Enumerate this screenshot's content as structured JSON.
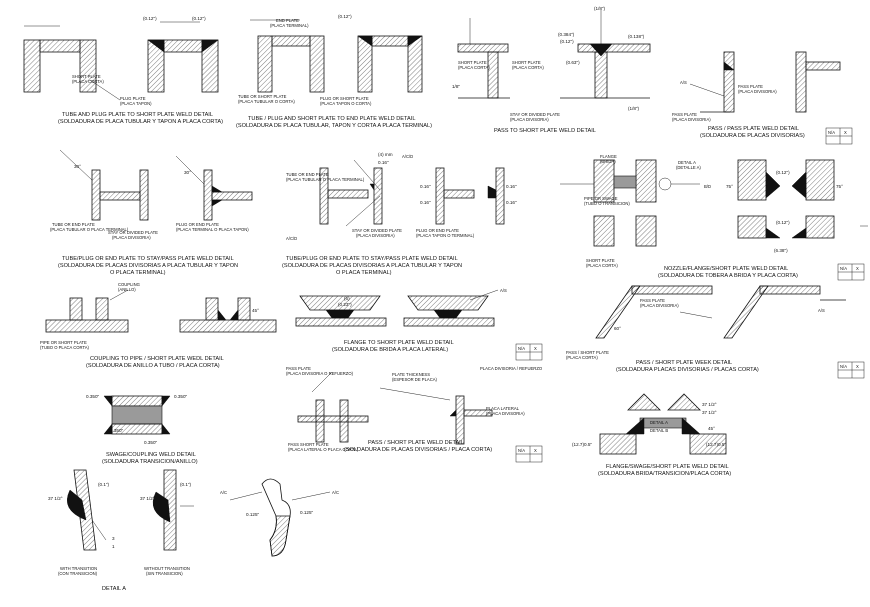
{
  "details": {
    "tube_plug_short": {
      "title": "TUBE AND PLUG PLATE TO SHORT PLATE WELD DETAIL",
      "subtitle": "(SOLDADURA DE PLACA TUBULAR Y TAPON A PLACA CORTA)",
      "label_short_plate": "SHORT PLATE",
      "label_short_plate_es": "(PLACA CORTA)",
      "label_plug": "PLUG PLATE",
      "label_plug_es": "(PLACA TAPON)",
      "dim_a": "(0.12\")",
      "dim_b": "(0.12\")"
    },
    "tube_plug_terminal": {
      "title": "TUBE / PLUG AND SHORT PLATE TO END PLATE WELD DETAIL",
      "subtitle": "(SOLDADURA DE PLACA TUBULAR, TAPON Y CORTA A PLACA TERMINAL)",
      "label_end": "END PLATE",
      "label_end_es": "(PLACA TERMINAL)",
      "label_tube": "TUBE OR SHORT PLATE",
      "label_tube_es": "(PLACA TUBULAR O CORTA)",
      "label_plug": "PLUG OR SHORT PLATE",
      "label_plug_es": "(PLACA TAPON O CORTA)",
      "dim": "(0.12\")"
    },
    "pass_short": {
      "title": "PASS TO SHORT PLATE WELD DETAIL",
      "label_short": "SHORT PLATE",
      "label_short_es": "(PLACA CORTA)",
      "label_stay": "STAY OR DIVIDED PLATE",
      "label_stay_es": "(PLACA DIVISORIA)",
      "dim_top": "(1/8\")",
      "dim_1": "(0.384\")",
      "dim_2": "(0.12\")",
      "dim_3": "(0.63\")",
      "dim_4": "(0.138\")",
      "dim_5": "(1/8\")",
      "dim_side": "1/8\""
    },
    "pass_pass": {
      "title": "PASS / PASS PLATE WELD DETAIL",
      "subtitle": "(SOLDADURA DE PLACAS DIVISORIAS)",
      "label_pass": "PASS PLATE",
      "label_pass_es": "(PLACA DIVISORIA)",
      "callout": "A/S"
    },
    "tube_end": {
      "title": "TUBE/PLUG OR END PLATE TO STAY/PASS PLATE WELD DETAIL",
      "subtitle": "(SOLDADURA DE PLACAS DIVISORIAS A PLACA TUBULAR Y TAPON",
      "subtitle2": "O PLACA TERMINAL)",
      "label_tube": "TUBE OR END PLATE",
      "label_tube_es": "(PLACA TUBULAR O PLACA TERMINAL)",
      "label_stay": "STAY OR DIVIDED PLATE",
      "label_stay_es": "(PLACA DIVISORIA)",
      "label_plug": "PLUG OR END PLATE",
      "label_plug_es": "(PLACA TERMINAL O PLACA TAPON)",
      "angle": "30°"
    },
    "tube_stay": {
      "title": "TUBE/PLUG OR END PLATE TO STAY/PASS PLATE WELD DETAIL",
      "subtitle": "(SOLDADURA DE PLACAS DIVISORIAS A PLACA TUBULAR Y TAPON",
      "subtitle2": "O PLACA TERMINAL)",
      "label_tube": "TUBE OR END PLATE",
      "label_tube_es": "(PLACA TUBULAR O PLACA TERMINAL)",
      "label_stay": "STAY OR DIVIDED PLATE",
      "label_stay_es": "(PLACA DIVISORIA)",
      "label_plug": "PLUG OR END PLATE",
      "label_plug_es": "(PLACA TAPON O TERMINAL)",
      "dim_a": "0.16\"",
      "dim_b": "0.16\"",
      "dim_mm": "(4) mm",
      "callout": "A/C/D"
    },
    "nozzle": {
      "title": "NOZZLE/FLANGE/SHORT PLATE WELD DETAIL",
      "subtitle": "(SOLDADURA DE TOBERA A BRIDA Y PLACA CORTA)",
      "label_flange": "FLANGE",
      "label_flange_es": "(BRIDA)",
      "label_nozzle": "PIPE OR SWAGE",
      "label_nozzle_es": "(TUBO O TRANSICION)",
      "label_short": "SHORT PLATE",
      "label_short_es": "(PLACA CORTA)",
      "detail_a": "DETAIL A",
      "detail_a_es": "(DETALLE A)",
      "callout": "B/D",
      "angle_a": "75°",
      "angle_b": "75°",
      "dim_a": "(0.12\")",
      "dim_b": "(0.12\")",
      "dim_c": "(6.38\")"
    },
    "coupling": {
      "title": "COUPLING TO PIPE / SHORT PLATE WEDL DETAIL",
      "subtitle": "(SOLDADURA DE ANILLO A TUBO / PLACA CORTA)",
      "label_pipe": "PIPE OR SHORT PLATE",
      "label_pipe_es": "(TUBO O PLACA CORTA)",
      "label_coupling": "COUPLING",
      "label_coupling_es": "(ANILLO)",
      "angle": "45°"
    },
    "flange_short": {
      "title": "FLANGE TO SHORT PLATE WELD DETAIL",
      "subtitle": "(SOLDADURA DE BRIDA A PLACA LATERAL)",
      "callout": "A/S",
      "dim_a": "(6)",
      "dim_b": "(0.23\")"
    },
    "pass_short_week": {
      "title": "PASS / SHORT PLATE WEEK DETAIL",
      "subtitle": "(SOLDADURA PLACAS DIVISORIAS / PLACAS CORTA)",
      "label_pass": "PASS PLATE",
      "label_pass_es": "(PLACA DIVISORIA)",
      "label_short": "PASS / SHORT PLATE",
      "label_short_es": "(PLACA CORTA)",
      "angle": "60°",
      "callout": "A/S"
    },
    "swage": {
      "title": "SWAGE/COUPLING WELD DETAIL",
      "subtitle": "(SOLDADURA TRANSICION/ANILLO)",
      "dim_a": "0.350\"",
      "dim_b": "0.350\"",
      "dim_c": "0.350\"",
      "dim_d": "0.350\""
    },
    "pass_short_weld": {
      "title": "PASS / SHORT PLATE WELD DETAIL",
      "subtitle": "(SOLDADURA DE PLACAS DIVISORIAS / PLACA CORTA)",
      "label_pass": "PASS PLATE",
      "label_pass_es": "(PLACA DIVISORIA O REFUERZO)",
      "label_thickness": "PLATE THICKNESS",
      "label_thickness_es": "(ESPESOR DE PLACA)",
      "label_lat": "PLACA DIVISORIA / REFUERZO",
      "label_side": "PLACA LATERAL",
      "label_side_es": "(PLACA DIVISORIA)",
      "label_bottom": "PASS SHORT PLATE",
      "label_bottom_es": "(PLACA LATERAL O PLACA CORTA)"
    },
    "flange_swage": {
      "title": "FLANGE/SWAGE/SHORT PLATE WELD DETAIL",
      "subtitle": "(SOLDADURA BRIDA/TRANSICION/PLACA CORTA)",
      "dim_a": "37 1/2°",
      "dim_b": "37 1/2°",
      "dim_c": "45°",
      "dim_d": "(12.7)0.5\"",
      "dim_e": "(12.7)0.5\"",
      "label_a": "DETAIL A",
      "label_b": "DETAIL B"
    },
    "detail_a": {
      "title": "DETAIL A",
      "label_with": "WITH TRANSITION",
      "label_with_es": "(CON TRANSICION)",
      "label_without": "WITHOUT TRANSITION",
      "label_without_es": "(SIN TRANSICION)",
      "angle_a": "37 1/2°",
      "angle_b": "37 1/2°",
      "dim_a": "(0.1\")",
      "dim_b": "(0.1\")",
      "dim_c": "3",
      "dim_d": "1"
    },
    "detail_b": {
      "callout_a": "A/C",
      "callout_b": "A/C",
      "dim_a": "0.125\"",
      "dim_b": "0.125\""
    }
  },
  "revision_tags": [
    {
      "code": "N/A",
      "mark": "X"
    },
    {
      "code": "N/A",
      "mark": "X"
    },
    {
      "code": "N/A",
      "mark": "X"
    },
    {
      "code": "N/A",
      "mark": "X"
    },
    {
      "code": "N/A",
      "mark": "X"
    }
  ]
}
